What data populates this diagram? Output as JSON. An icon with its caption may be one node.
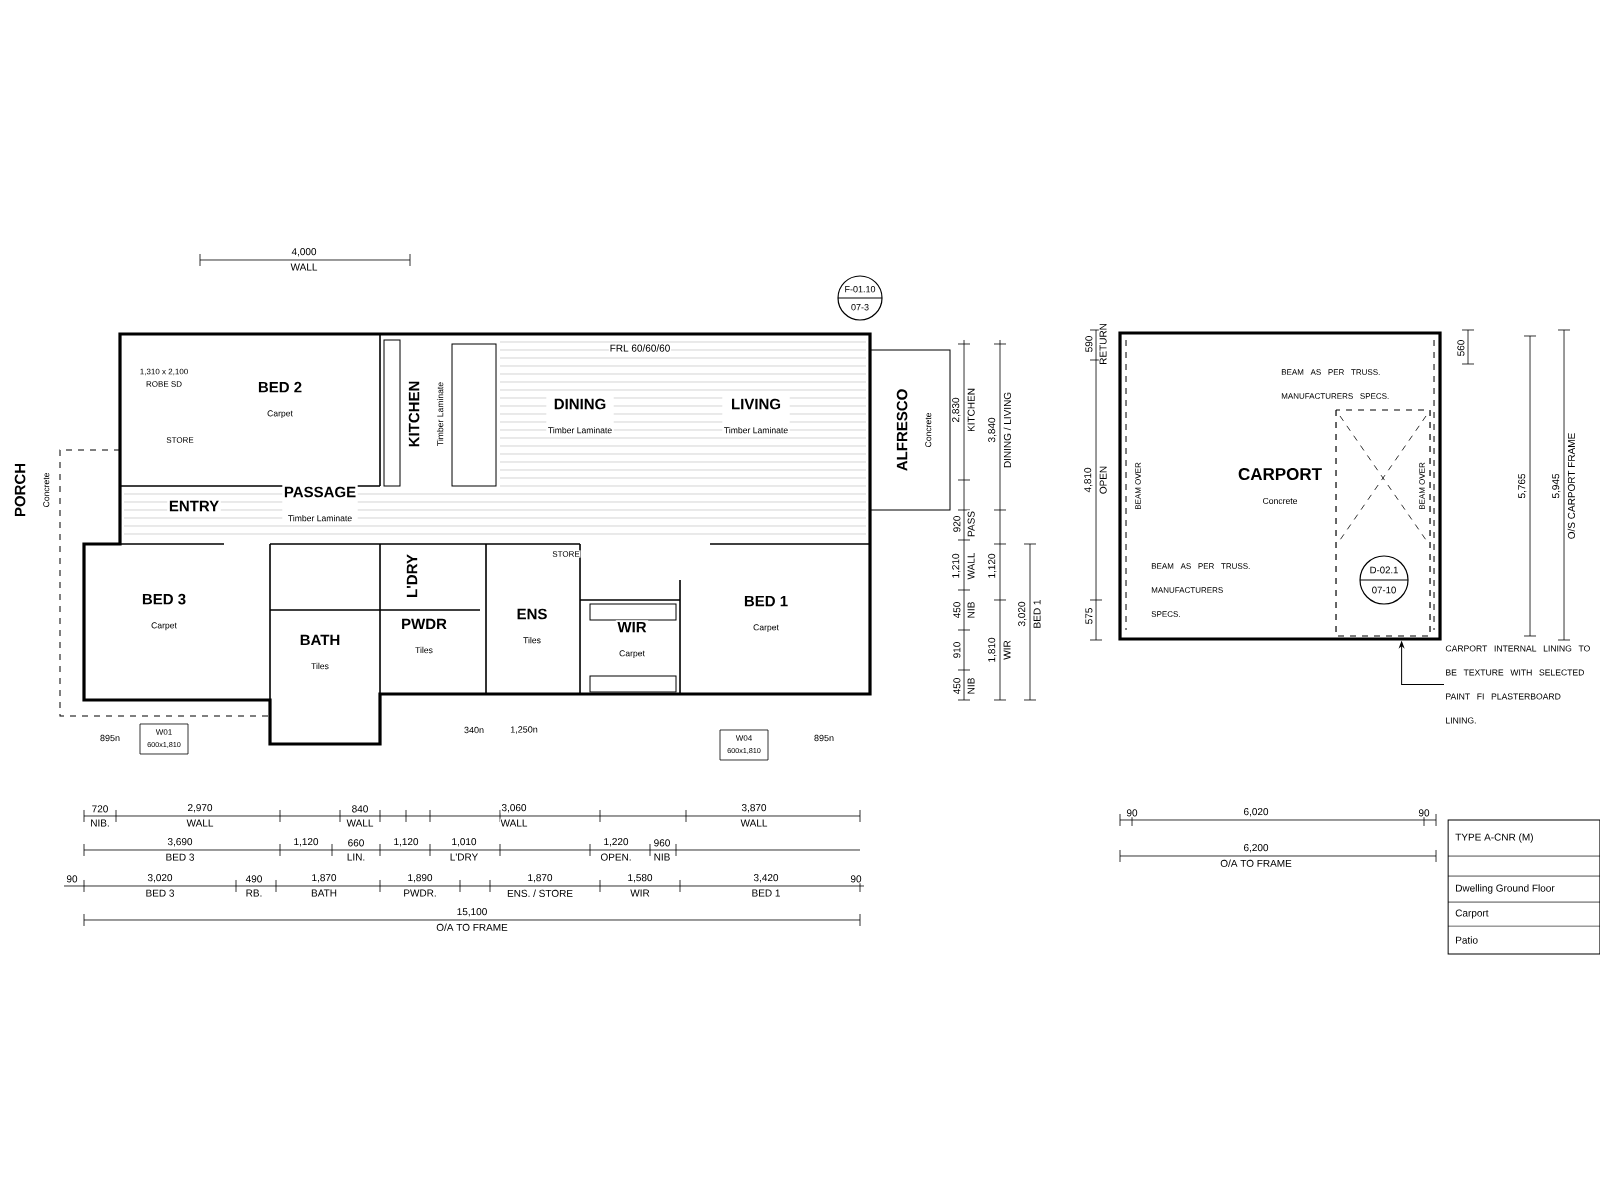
{
  "diagram": {
    "nodes": [
      {
        "text": [
          "BED 2",
          "Carpet"
        ]
      },
      {
        "text": [
          "KITCHEN",
          "Timber Laminate"
        ]
      },
      {
        "text": [
          "DINING",
          "Timber Laminate"
        ]
      },
      {
        "text": [
          "LIVING",
          "Timber Laminate"
        ]
      },
      {
        "text": [
          "ALFRESCO",
          "Concrete"
        ]
      },
      {
        "text": [
          "PORCH",
          "Concrete"
        ]
      },
      {
        "text": [
          "ENTRY"
        ]
      },
      {
        "text": [
          "PASSAGE",
          "Timber Laminate"
        ]
      },
      {
        "text": [
          "BED 3",
          "Carpet"
        ]
      },
      {
        "text": [
          "BATH",
          "Tiles"
        ]
      },
      {
        "text": [
          "PWDR",
          "Tiles"
        ]
      },
      {
        "text": [
          "L'DRY"
        ]
      },
      {
        "text": [
          "ENS",
          "Tiles"
        ]
      },
      {
        "text": [
          "WIR",
          "Carpet"
        ]
      },
      {
        "text": [
          "BED 1",
          "Carpet"
        ]
      },
      {
        "text": [
          "CARPORT",
          "Concrete"
        ]
      },
      {
        "text": [
          "CARPORT INTERNAL LINING TO BE TEXTURE WITH SELECTED PAINT FI PLASTERBOARD LINING."
        ]
      }
    ],
    "edges": [
      {
        "from": 16,
        "to": 15,
        "arrow": "to"
      }
    ],
    "labels": [
      "4,000",
      "WALL",
      "FRL 60/60/60",
      "1,310 x 2,100",
      "ROBE SD",
      "STORE",
      "STORE",
      "F-01.10",
      "07-3",
      "D-02.1",
      "07-10",
      "BEAM AS PER TRUSS. MANUFACTURERS SPECS.",
      "BEAM AS PER TRUSS. MANUFACTURERS SPECS.",
      "BEAM OVER",
      "BEAM OVER",
      "2,830",
      "KITCHEN",
      "3,840",
      "DINING / LIVING",
      "920",
      "PASS",
      "1,210",
      "WALL",
      "1,120",
      "450",
      "NIB",
      "3,020",
      "BED 1",
      "910",
      "1,810",
      "WIR",
      "450",
      "NIB",
      "590",
      "RETURN",
      "4,810",
      "OPEN",
      "575",
      "560",
      "5,765",
      "5,945",
      "O/S CARPORT FRAME",
      "90",
      "6,020",
      "90",
      "6,200",
      "O/A TO FRAME",
      "TYPE A-CNR (M)",
      "Dwelling Ground Floor",
      "Carport",
      "Patio",
      "720",
      "NIB.",
      "2,970",
      "WALL",
      "840",
      "WALL",
      "3,060",
      "WALL",
      "3,870",
      "WALL",
      "3,690",
      "BED 3",
      "1,120",
      "660",
      "LIN.",
      "1,120",
      "1,010",
      "L'DRY",
      "1,220",
      "OPEN.",
      "960",
      "NIB",
      "90",
      "3,020",
      "BED 3",
      "490",
      "RB.",
      "1,870",
      "BATH",
      "1,890",
      "PWDR.",
      "1,870",
      "ENS. / STORE",
      "1,580",
      "WIR",
      "3,420",
      "BED 1",
      "90",
      "15,100",
      "O/A TO FRAME",
      "895n",
      "W01",
      "600x1,810",
      "340n",
      "1,250n",
      "W04",
      "600x1,810",
      "895n"
    ]
  }
}
